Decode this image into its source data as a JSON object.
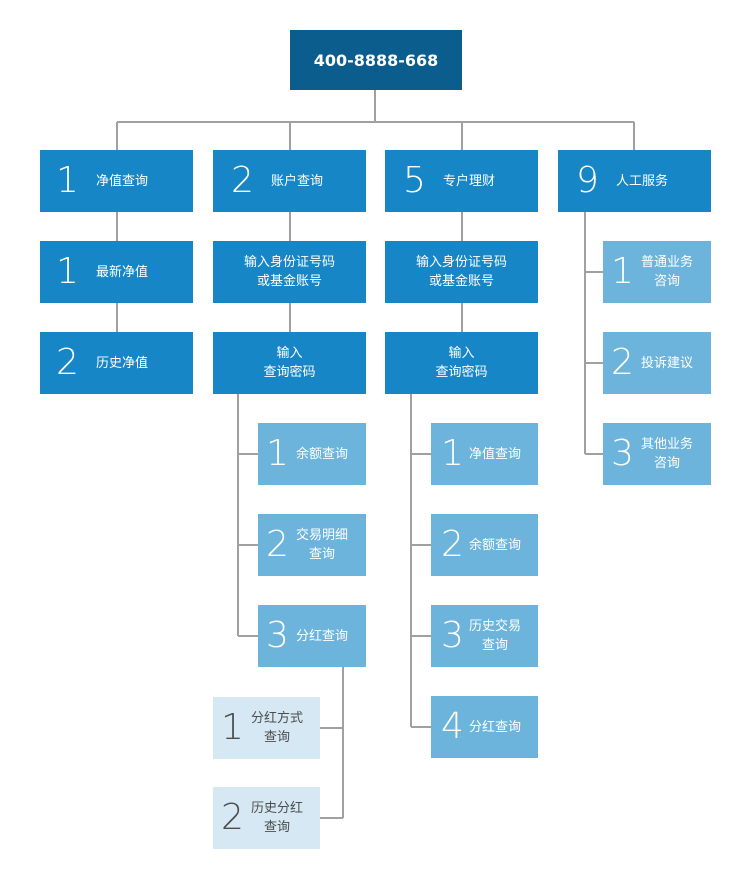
{
  "root": {
    "label": "400-8888-668"
  },
  "branches": [
    {
      "number": "1",
      "label": "净值查询"
    },
    {
      "number": "2",
      "label": "账户查询"
    },
    {
      "number": "5",
      "label": "专户理财"
    },
    {
      "number": "9",
      "label": "人工服务"
    }
  ],
  "nav_queries": [
    {
      "number": "1",
      "label": "最新净值"
    },
    {
      "number": "2",
      "label": "历史净值"
    }
  ],
  "account": {
    "step1": "输入身份证号码\n或基金账号",
    "step2": "输入\n查询密码",
    "options": [
      {
        "number": "1",
        "label": "余额查询"
      },
      {
        "number": "2",
        "label": "交易明细\n查询"
      },
      {
        "number": "3",
        "label": "分红查询"
      }
    ],
    "dividend_options": [
      {
        "number": "1",
        "label": "分红方式\n查询"
      },
      {
        "number": "2",
        "label": "历史分红\n查询"
      }
    ]
  },
  "special": {
    "step1": "输入身份证号码\n或基金账号",
    "step2": "输入\n查询密码",
    "options": [
      {
        "number": "1",
        "label": "净值查询"
      },
      {
        "number": "2",
        "label": "余额查询"
      },
      {
        "number": "3",
        "label": "历史交易\n查询"
      },
      {
        "number": "4",
        "label": "分红查询"
      }
    ]
  },
  "manual": {
    "options": [
      {
        "number": "1",
        "label": "普通业务\n咨询"
      },
      {
        "number": "2",
        "label": "投诉建议"
      },
      {
        "number": "3",
        "label": "其他业务\n咨询"
      }
    ]
  },
  "colors": {
    "root": "#0b5d8e",
    "level1": "#1786c6",
    "level2": "#6cb4dc",
    "level3": "#d5e8f4",
    "connector": "#a0a0a0"
  }
}
